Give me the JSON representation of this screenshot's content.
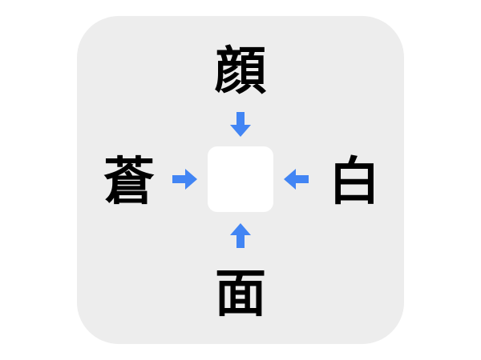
{
  "puzzle": {
    "type": "kanji-crossword",
    "clues": {
      "top": "顔",
      "left": "蒼",
      "right": "白",
      "bottom": "面"
    },
    "answer_box": {
      "value": ""
    }
  },
  "colors": {
    "panel_background": "#ededed",
    "answer_box": "#ffffff",
    "arrow": "#4285f4",
    "text": "#000000"
  },
  "icons": {
    "top_arrow": "arrow-down-icon",
    "left_arrow": "arrow-right-icon",
    "right_arrow": "arrow-left-icon",
    "bottom_arrow": "arrow-up-icon"
  }
}
